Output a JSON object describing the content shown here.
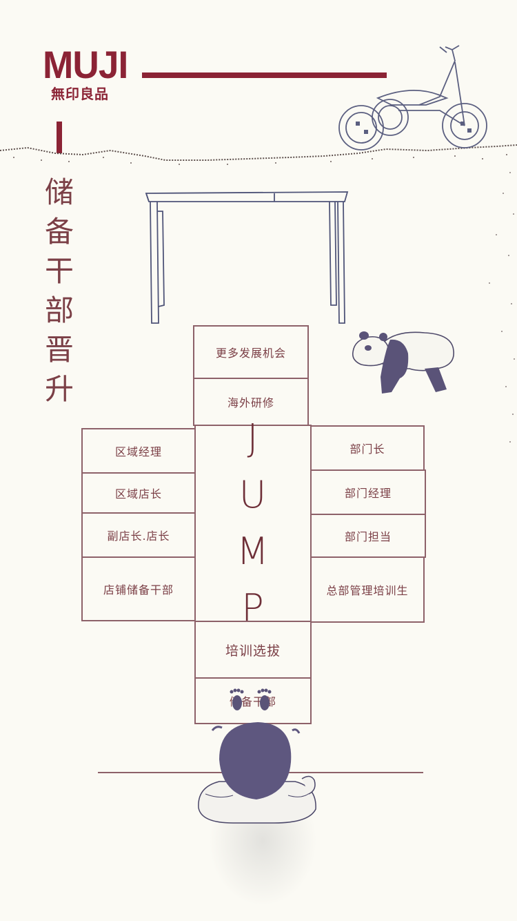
{
  "brand": {
    "logo_word": "MUJI",
    "logo_cn": "無印良品",
    "color": "#8b2335"
  },
  "title": {
    "chars": [
      "储",
      "备",
      "干",
      "部",
      "晋",
      "升"
    ]
  },
  "grid": {
    "top_column": [
      "更多发展机会",
      "海外研修"
    ],
    "jump_letters": [
      "J",
      "U",
      "M",
      "P"
    ],
    "left_column": [
      "区域经理",
      "区域店长",
      "副店长.店长",
      "店铺储备干部"
    ],
    "right_column": [
      "部门长",
      "部门经理",
      "部门担当",
      "总部管理培训生"
    ],
    "bottom_column": [
      "培训选拔",
      "储备干部"
    ]
  },
  "illustrations": [
    "tricycle-icon",
    "table-icon",
    "panda-icon",
    "child-icon",
    "footprints-icon"
  ],
  "colors": {
    "line": "#8d6169",
    "text": "#7b3f46",
    "ink": "#635a84",
    "background": "#fbfaf4"
  }
}
